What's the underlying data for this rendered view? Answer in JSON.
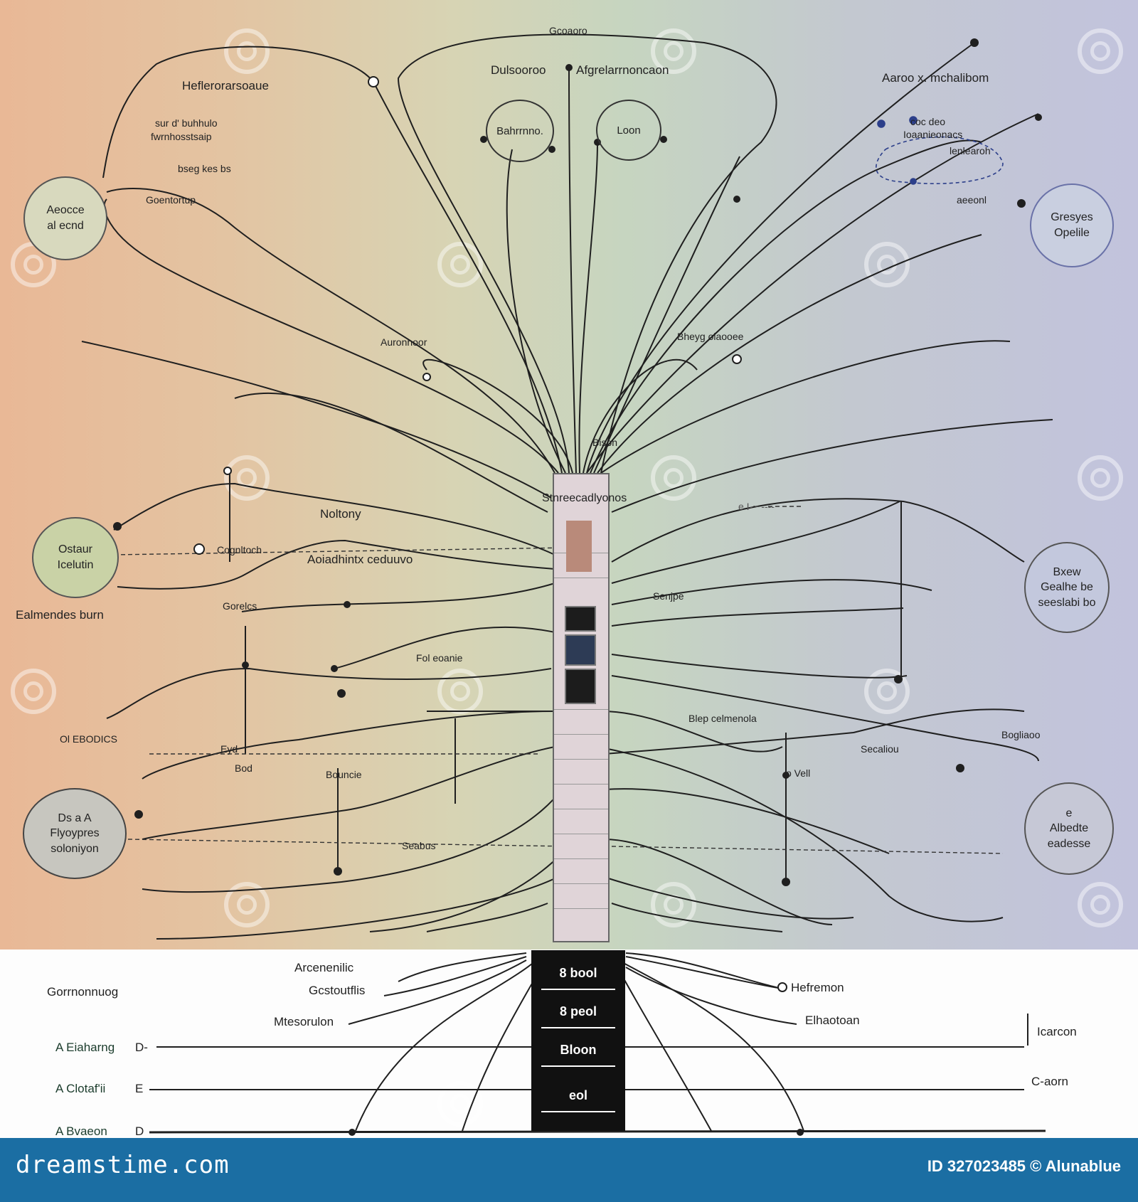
{
  "labels": {
    "top_center": "Gcoaoro",
    "top_left_title": "Heflerorarsoaue",
    "top_mid_left": "Dulsooroo",
    "top_mid_right": "Afgrelarrnoncaon",
    "top_right_title": "Aaroo x. mchalibom",
    "ring_left": "Bahrrnno.",
    "ring_right": "Loon",
    "left_notes_1": "sur d' buhhulo",
    "left_notes_2": "fwrnhosstsaip",
    "left_notes_3": "bseg kes bs",
    "left_notes_4": "Goentortup",
    "right_notes_1": "coc deo",
    "right_notes_2": "Ioaanieonacs",
    "right_notes_3": "lenlearoh",
    "right_notes_4": "aeeonl",
    "mid_left_label": "Auronnoor",
    "mid_right_label": "Bheyg olaooee",
    "trunk_top_label": "Stnreecadlyonos",
    "trunk_side_label": "Bison",
    "left_mid_1": "Noltony",
    "left_mid_2": "Cognltoch",
    "left_mid_3": "Aoiadhintx ceduuvo",
    "left_mid_4": "Gorelcs",
    "left_mid_5": "Fol eoanie",
    "node_left_mid_caption": "Ealmendes burn",
    "center_right_1": "Senjpe",
    "center_right_2": "Blep celmenola",
    "left_low_1": "Ol EBODICS",
    "left_low_2": "Eyd",
    "left_low_3": "Bod",
    "left_low_4": "Bouncie",
    "left_low_5": "Seabus",
    "right_low_1": "Secaliou",
    "right_low_2": "Bogliaoo",
    "right_low_3": "o Vell",
    "small_mid_right": "e  I-~ ----"
  },
  "nodes": {
    "top_left": [
      "Aeocce",
      "al ecnd"
    ],
    "top_right": [
      "Gresyes",
      "Opelile"
    ],
    "mid_left": [
      "Ostaur",
      "Icelutin"
    ],
    "mid_right": [
      "Bxew",
      "Gealhe be",
      "seeslabi bo"
    ],
    "low_left": [
      "Ds a A",
      "Flyoypres",
      "soloniyon"
    ],
    "low_right": [
      "e",
      "Albedte",
      "eadesse"
    ]
  },
  "bottom": {
    "left_title": "Gorrnonnuog",
    "left_rows": [
      "A Eiaharng",
      "A Clotaf'ii",
      "A Bvaeon"
    ],
    "left_row_marks": [
      "D-",
      "E",
      "D"
    ],
    "center_left_1": "Arcenenilic",
    "center_left_2": "Gcstoutflis",
    "center_left_3": "Mtesorulon",
    "center_right_1": "Hefremon",
    "center_right_2": "Elhaotoan",
    "right_rows": [
      "Icarcon",
      "C-aorn"
    ],
    "column_cells": [
      "8 bool",
      "8 peol",
      "Bloon",
      "eol"
    ]
  },
  "footer": {
    "brand": "dreamstime.com",
    "credit": "ID 327023485 © Alunablue"
  },
  "colors": {
    "bg_left": "#e9b896",
    "bg_mid": "#c6d5c0",
    "bg_right": "#c2c3dd",
    "line": "#1f1f1f",
    "footer": "#1b6ea3"
  }
}
